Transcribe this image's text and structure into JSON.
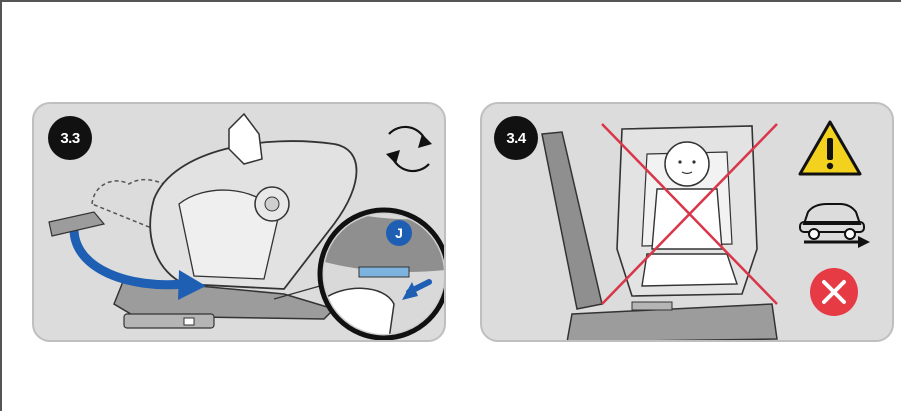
{
  "steps": [
    {
      "number": "3.3",
      "callout_label": "J"
    },
    {
      "number": "3.4"
    }
  ],
  "colors": {
    "panel_bg": "#dcdcdc",
    "accent_blue": "#1e5fb4",
    "warning_yellow": "#f2d21e",
    "forbidden_red": "#e63a45",
    "prohibited_cross": "#d9364a"
  },
  "icons": {
    "rotate": "rotate-arrows-icon",
    "warning": "warning-triangle-icon",
    "car_motion": "car-moving-icon",
    "forbidden": "forbidden-x-icon"
  }
}
